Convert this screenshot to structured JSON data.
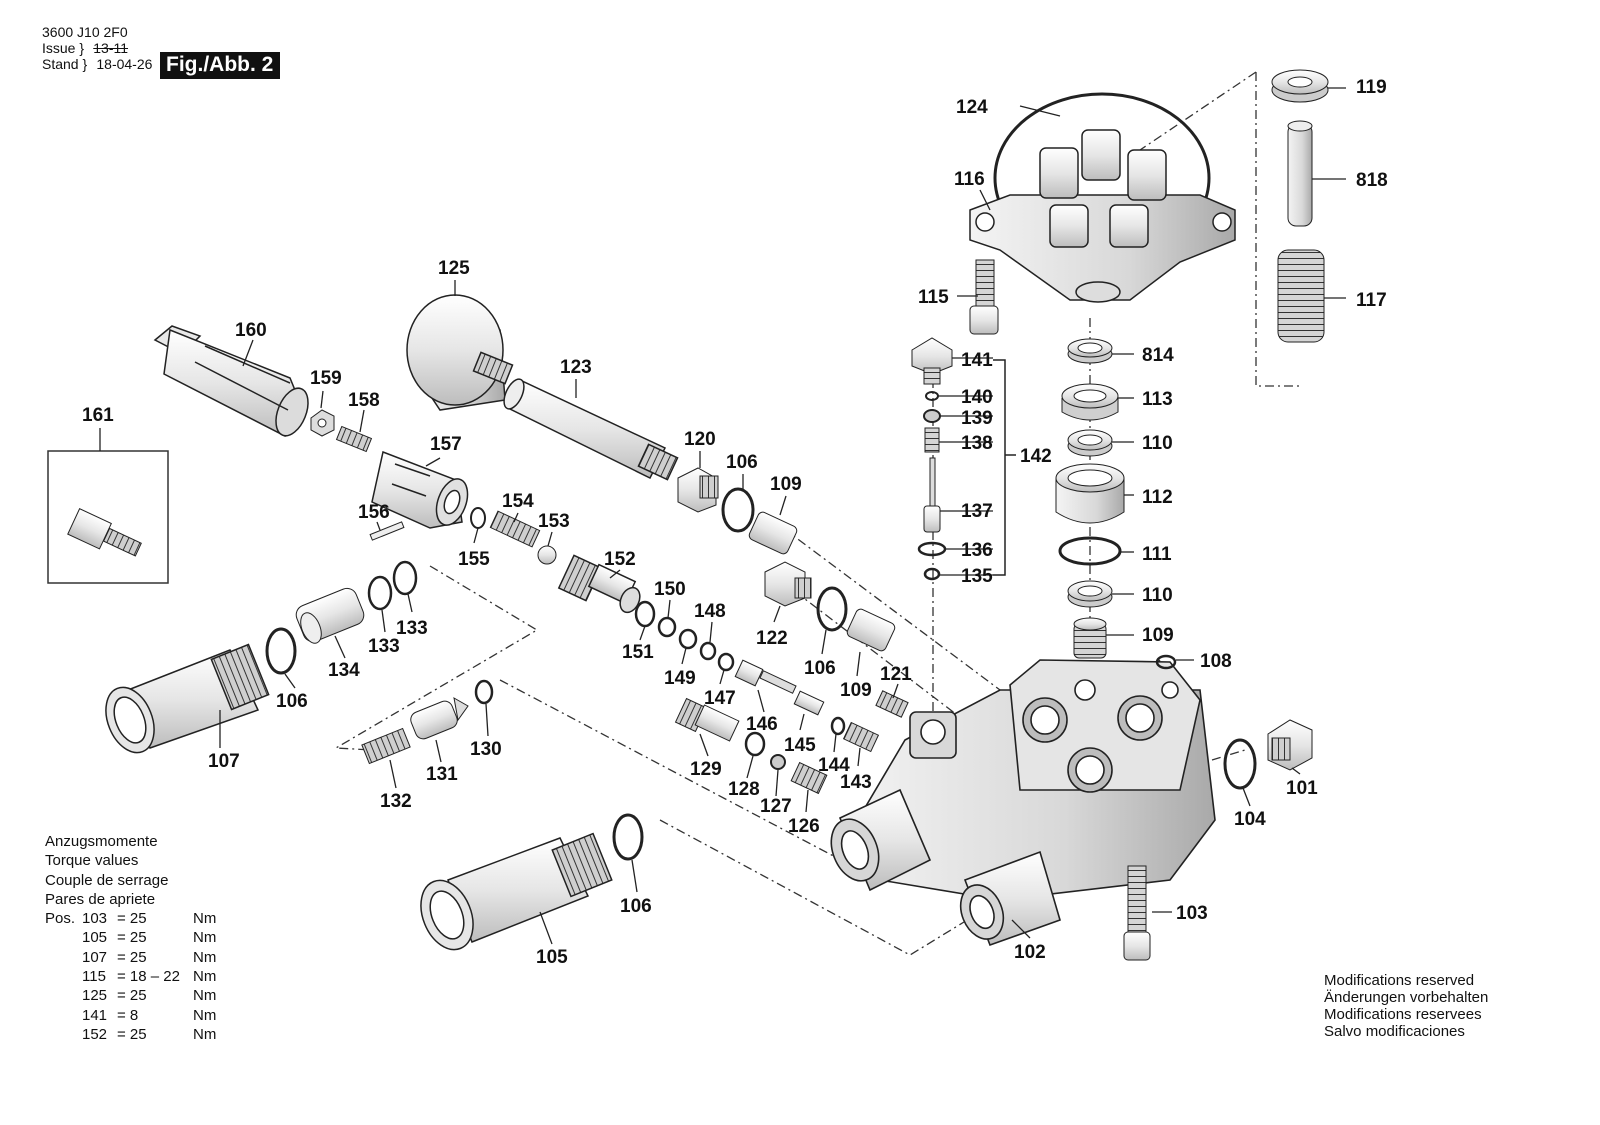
{
  "header": {
    "doc_number": "3600 J10 2F0",
    "issue_label": "Issue",
    "issue_value": "13-11",
    "stand_label": "Stand",
    "stand_value": "18-04-26",
    "figure_label": "Fig./Abb. 2"
  },
  "torque": {
    "title_lines": [
      "Anzugsmomente",
      "Torque values",
      "Couple de serrage",
      "Pares de apriete"
    ],
    "pos_label": "Pos.",
    "rows": [
      {
        "pos": "103",
        "value": "= 25",
        "unit": "Nm"
      },
      {
        "pos": "105",
        "value": "= 25",
        "unit": "Nm"
      },
      {
        "pos": "107",
        "value": "= 25",
        "unit": "Nm"
      },
      {
        "pos": "115",
        "value": "= 18 – 22",
        "unit": "Nm"
      },
      {
        "pos": "125",
        "value": "= 25",
        "unit": "Nm"
      },
      {
        "pos": "141",
        "value": "= 8",
        "unit": "Nm"
      },
      {
        "pos": "152",
        "value": "= 25",
        "unit": "Nm"
      }
    ]
  },
  "modifications": [
    "Modifications reserved",
    "Änderungen vorbehalten",
    "Modifications reservees",
    "Salvo modificaciones"
  ],
  "parts": {
    "p101": "101",
    "p102": "102",
    "p103": "103",
    "p104": "104",
    "p105": "105",
    "p106a": "106",
    "p106b": "106",
    "p106c": "106",
    "p106d": "106",
    "p107": "107",
    "p108": "108",
    "p109a": "109",
    "p109b": "109",
    "p109c": "109",
    "p110a": "110",
    "p110b": "110",
    "p111": "111",
    "p112": "112",
    "p113": "113",
    "p115": "115",
    "p116": "116",
    "p117": "117",
    "p119": "119",
    "p120": "120",
    "p121": "121",
    "p122": "122",
    "p123": "123",
    "p124": "124",
    "p125": "125",
    "p126": "126",
    "p127": "127",
    "p128": "128",
    "p129": "129",
    "p130": "130",
    "p131": "131",
    "p132": "132",
    "p133a": "133",
    "p133b": "133",
    "p134": "134",
    "p135": "135",
    "p136": "136",
    "p137": "137",
    "p138": "138",
    "p139": "139",
    "p140": "140",
    "p141": "141",
    "p142": "142",
    "p143": "143",
    "p144": "144",
    "p145": "145",
    "p146": "146",
    "p147": "147",
    "p148": "148",
    "p149": "149",
    "p150": "150",
    "p151": "151",
    "p152": "152",
    "p153": "153",
    "p154": "154",
    "p155": "155",
    "p156": "156",
    "p157": "157",
    "p158": "158",
    "p159": "159",
    "p160": "160",
    "p161": "161",
    "p814": "814",
    "p818": "818"
  }
}
